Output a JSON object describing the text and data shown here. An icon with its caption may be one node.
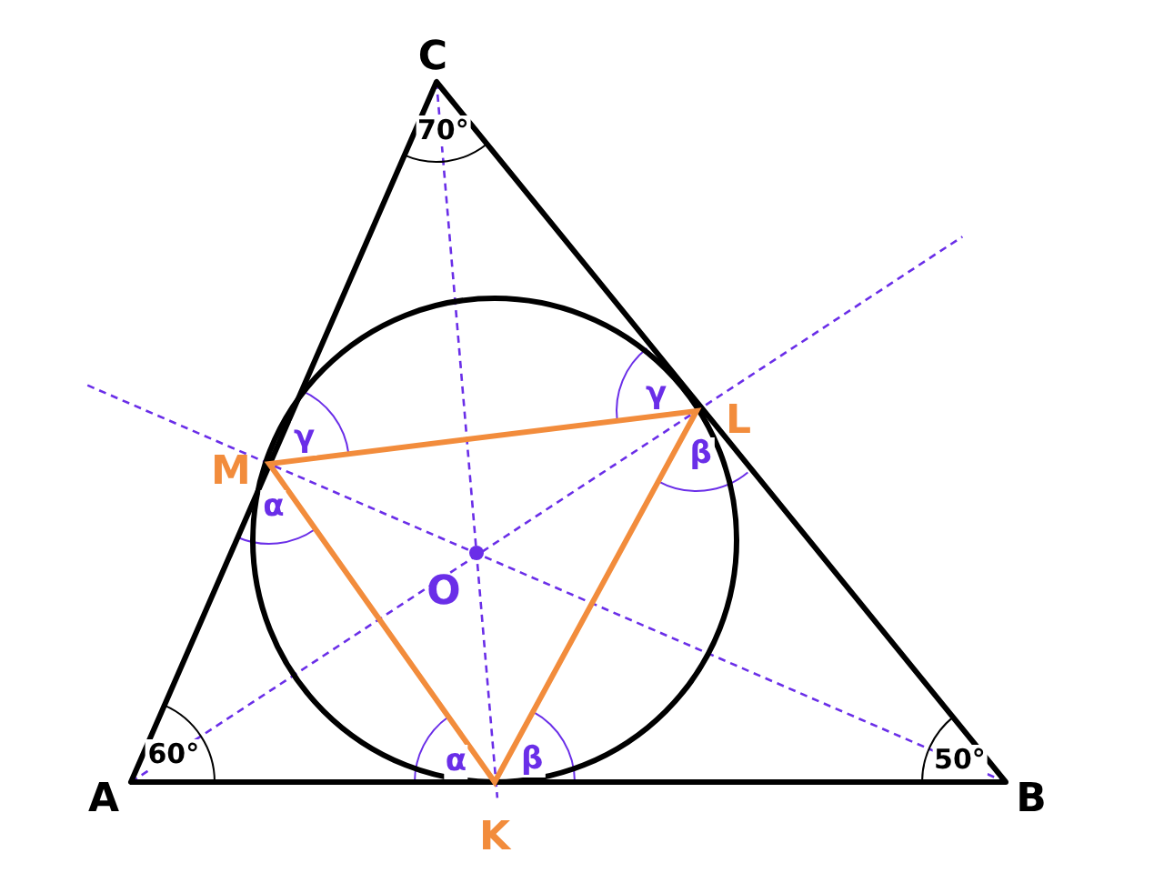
{
  "diagram": {
    "labels": [
      "C",
      "70°",
      "γ",
      "γ",
      "L",
      "M",
      "β",
      "α",
      "O",
      "A",
      "60°",
      "α",
      "β",
      "50°",
      "B",
      "K"
    ]
  }
}
